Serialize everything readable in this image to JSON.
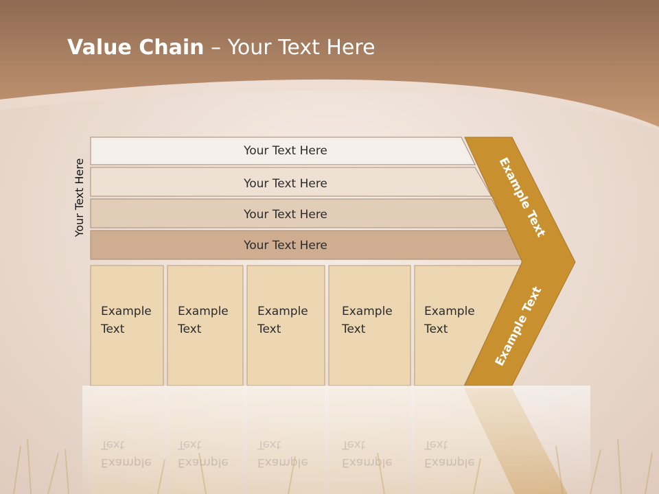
{
  "title": {
    "bold": "Value Chain",
    "rest": " – Your Text Here"
  },
  "side_label": "Your Text Here",
  "rows": [
    {
      "label": "Your Text Here",
      "color": "#f5efe9"
    },
    {
      "label": "Your Text Here",
      "color": "#eee0d3"
    },
    {
      "label": "Your Text Here",
      "color": "#e2cdb9"
    },
    {
      "label": "Your Text Here",
      "color": "#cfad91"
    }
  ],
  "boxes": [
    {
      "line1": "Example",
      "line2": "Text"
    },
    {
      "line1": "Example",
      "line2": "Text"
    },
    {
      "line1": "Example",
      "line2": "Text"
    },
    {
      "line1": "Example",
      "line2": "Text"
    },
    {
      "line1": "Example",
      "line2": "Text"
    }
  ],
  "arrow": {
    "top_label": "Example Text",
    "bottom_label": "Example Text",
    "color": "#c9902f"
  },
  "colors": {
    "header": "#b98a66",
    "box_fill": "#ecd7b2",
    "box_stroke": "#b89c7a"
  }
}
